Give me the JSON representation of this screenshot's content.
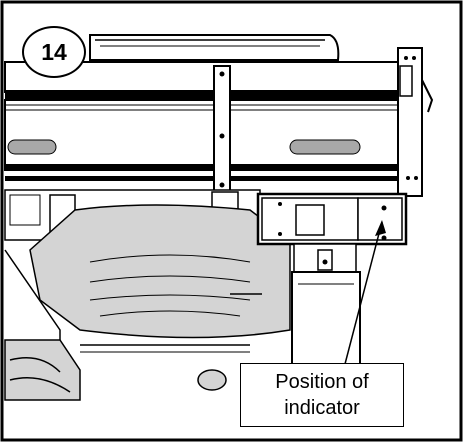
{
  "figure": {
    "step_number": "14",
    "callout_line1": "Position of",
    "callout_line2": "indicator"
  },
  "colors": {
    "line": "#000000",
    "fill_gray": "#a8a8a8",
    "fill_light": "#d4d4d4",
    "background": "#ffffff"
  }
}
